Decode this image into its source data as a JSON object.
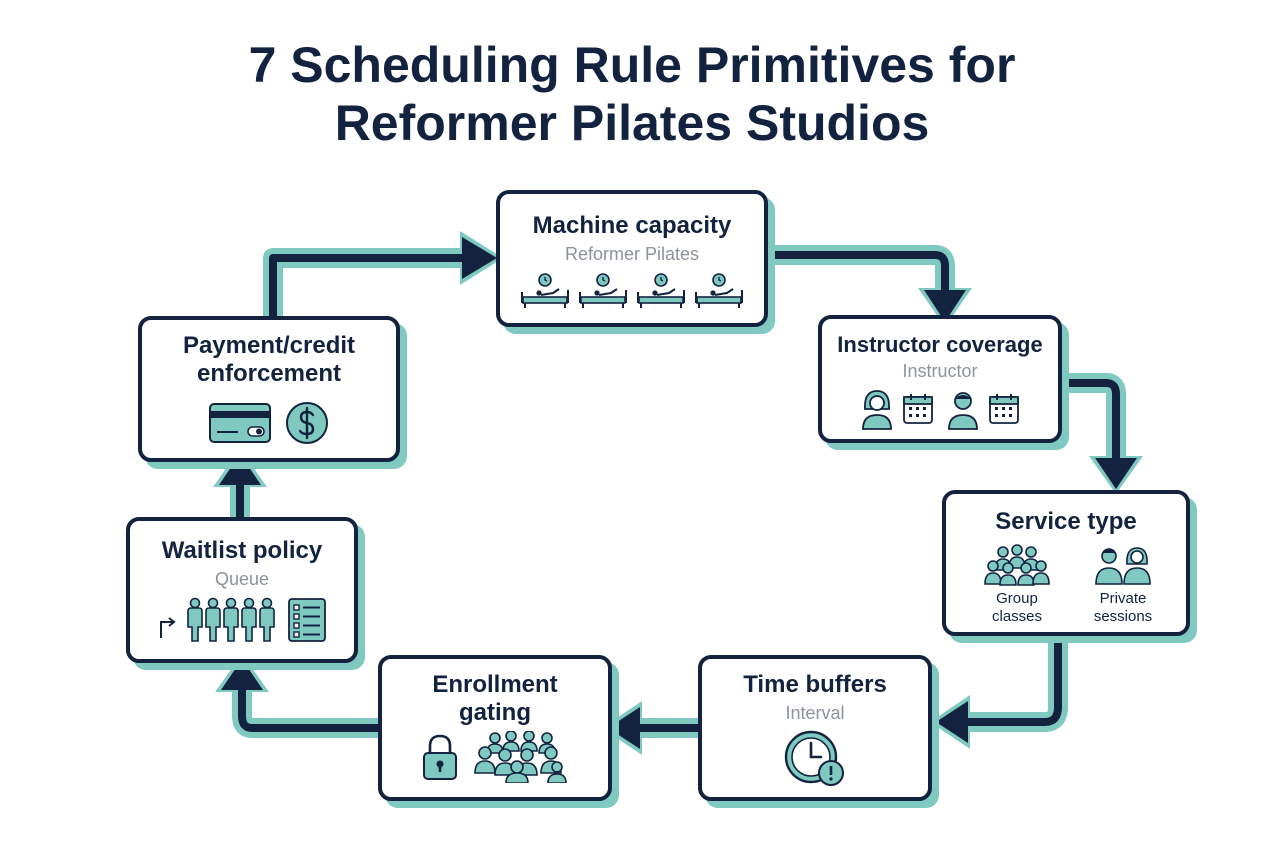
{
  "title": {
    "line1": "7 Scheduling Rule Primitives for",
    "line2": "Reformer Pilates Studios"
  },
  "colors": {
    "navy": "#13233f",
    "teal": "#7fc9c1",
    "teal_dark": "#5aa69f",
    "subtitle_gray": "#8d939b"
  },
  "nodes": {
    "machine_capacity": {
      "title": "Machine capacity",
      "subtitle": "Reformer Pilates",
      "icons": [
        "reformer-machine-icon",
        "reformer-machine-icon",
        "reformer-machine-icon",
        "reformer-machine-icon"
      ]
    },
    "instructor_coverage": {
      "title": "Instructor coverage",
      "subtitle": "Instructor",
      "icons": [
        "female-instructor-icon",
        "calendar-icon",
        "male-instructor-icon",
        "calendar-icon"
      ]
    },
    "service_type": {
      "title": "Service type",
      "group_label": "Group classes",
      "private_label": "Private sessions",
      "icons": [
        "group-people-icon",
        "pair-people-icon"
      ]
    },
    "time_buffers": {
      "title": "Time buffers",
      "subtitle": "Interval",
      "icons": [
        "clock-alert-icon"
      ]
    },
    "enrollment_gating": {
      "title_line1": "Enrollment",
      "title_line2": "gating",
      "icons": [
        "padlock-icon",
        "crowd-icon"
      ]
    },
    "waitlist_policy": {
      "title": "Waitlist policy",
      "subtitle": "Queue",
      "icons": [
        "queue-arrow-icon",
        "queue-people-icon",
        "checklist-icon"
      ]
    },
    "payment_enforcement": {
      "title_line1": "Payment/credit",
      "title_line2": "enforcement",
      "icons": [
        "credit-card-icon",
        "dollar-coin-icon"
      ]
    }
  },
  "flow_order": [
    "Machine capacity",
    "Instructor coverage",
    "Service type",
    "Time buffers",
    "Enrollment gating",
    "Waitlist policy",
    "Payment/credit enforcement"
  ]
}
